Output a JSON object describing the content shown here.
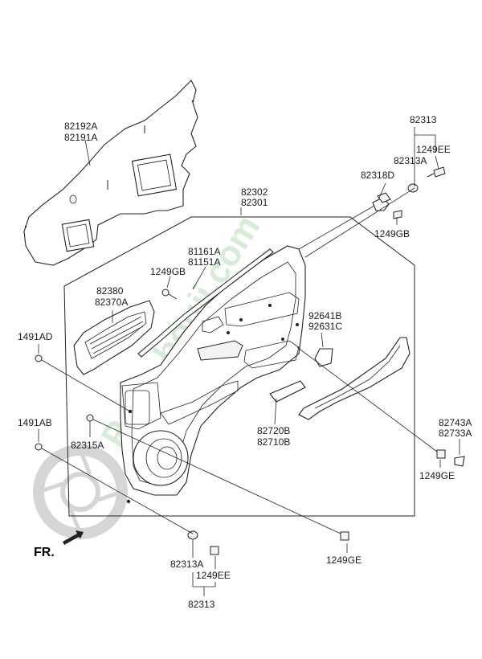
{
  "diagram": {
    "labels": {
      "p82192A": "82192A",
      "p82191A": "82191A",
      "p82302": "82302",
      "p82301": "82301",
      "p82313_top": "82313",
      "p1249EE_top": "1249EE",
      "p82313A_top": "82313A",
      "p82318D": "82318D",
      "p1249GB_right": "1249GB",
      "p81161A": "81161A",
      "p81151A": "81151A",
      "p1249GB_left": "1249GB",
      "p82380": "82380",
      "p82370A": "82370A",
      "p1491AD": "1491AD",
      "p92641B": "92641B",
      "p92631C": "92631C",
      "p1491AB": "1491AB",
      "p82315A": "82315A",
      "p82720B": "82720B",
      "p82710B": "82710B",
      "p82743A": "82743A",
      "p82733A": "82733A",
      "p1249GE_right": "1249GE",
      "p1249GE_bottom": "1249GE",
      "p82313A_bottom": "82313A",
      "p1249EE_bottom": "1249EE",
      "p82313_bottom": "82313",
      "fr": "FR."
    },
    "watermark": {
      "text": "Parts.bouji.com",
      "color": "#6cc06c"
    }
  }
}
